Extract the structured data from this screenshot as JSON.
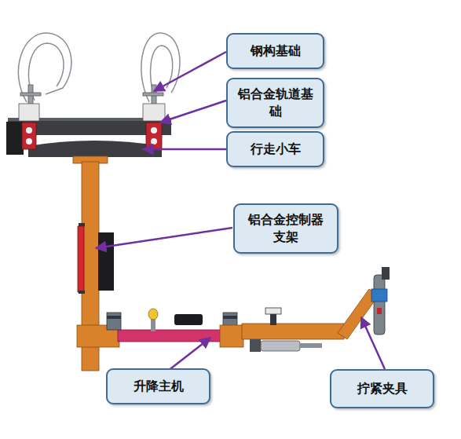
{
  "diagram": {
    "nodes": [
      {
        "text": [
          "钢构基础"
        ]
      },
      {
        "text": [
          "铝合金轨道基 础"
        ]
      },
      {
        "text": [
          "行走小车"
        ]
      },
      {
        "text": [
          "铝合金控制器 支架"
        ]
      },
      {
        "text": [
          "升降主机"
        ]
      },
      {
        "text": [
          "拧紧夹具"
        ]
      }
    ]
  }
}
